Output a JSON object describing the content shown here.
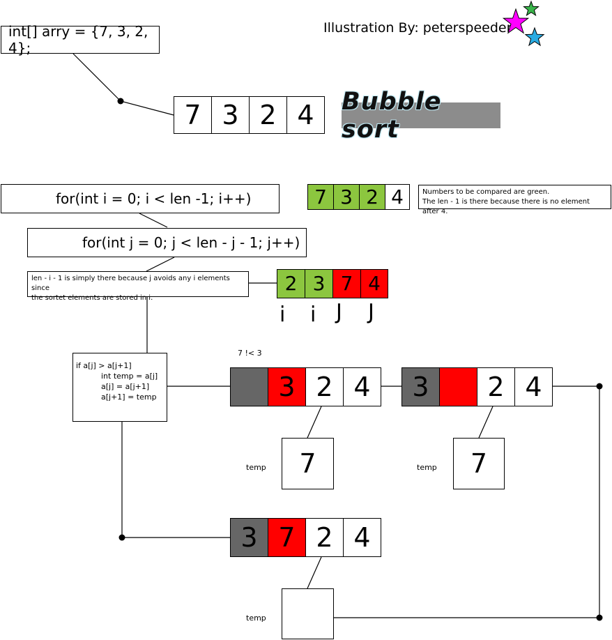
{
  "colors": {
    "green": "#8cc63f",
    "red": "#ff0000",
    "gray": "#666666",
    "white": "#ffffff",
    "star_magenta": "#ff00ff",
    "star_green": "#39b54a",
    "star_blue": "#29abe2"
  },
  "header": {
    "array_decl": "int[] arry = {7, 3, 2, 4};",
    "credit": "Illustration By: peterspeeder",
    "title": "Bubble sort"
  },
  "stars": [
    "star-magenta-icon",
    "star-green-icon",
    "star-blue-icon"
  ],
  "initial_array": [
    "7",
    "3",
    "2",
    "4"
  ],
  "loops": {
    "outer": "for(int i = 0; i < len -1;  i++)",
    "inner": "for(int j = 0; j < len - j - 1;  j++)"
  },
  "compare_array": [
    "7",
    "3",
    "2",
    "4"
  ],
  "compare_note": [
    "Numbers to be compared are green.",
    "The len - 1 is there because there is no element after 4."
  ],
  "inner_note": [
    "len - i - 1 is simply there because j avoids any i elements since",
    "the sortet elements are stored in i."
  ],
  "ij_array": [
    "2",
    "3",
    "7",
    "4"
  ],
  "ij_labels": [
    "i",
    "i",
    "J",
    "J"
  ],
  "swap_code": [
    "if a[j] > a[j+1]",
    "int temp = a[j]",
    "a[j] = a[j+1]",
    "a[j+1] = temp"
  ],
  "comparison_label": "7 !< 3",
  "step1": [
    "",
    "3",
    "2",
    "4"
  ],
  "step2": [
    "3",
    "",
    "2",
    "4"
  ],
  "step3": [
    "3",
    "7",
    "2",
    "4"
  ],
  "temp_label": "temp",
  "temp_values": [
    "7",
    "7",
    ""
  ]
}
